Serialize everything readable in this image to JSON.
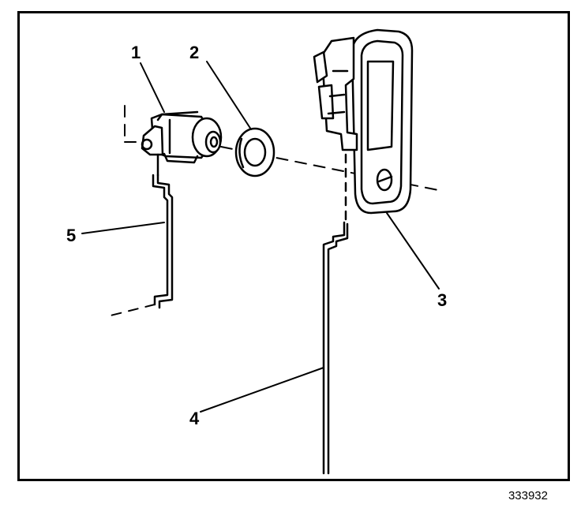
{
  "callouts": {
    "c1": "1",
    "c2": "2",
    "c3": "3",
    "c4": "4",
    "c5": "5"
  },
  "figure_id": "333932",
  "parts": [
    {
      "callout": "1",
      "icon": "lock-cylinder-icon"
    },
    {
      "callout": "2",
      "icon": "gasket-icon"
    },
    {
      "callout": "3",
      "icon": "door-handle-icon"
    },
    {
      "callout": "4",
      "icon": "actuator-rod-icon"
    },
    {
      "callout": "5",
      "icon": "cylinder-rod-icon"
    }
  ]
}
